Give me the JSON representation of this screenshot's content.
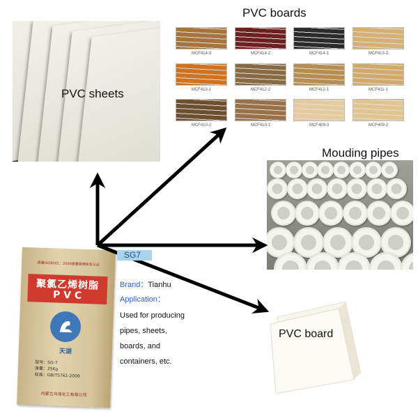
{
  "labels": {
    "pvc_sheets": "PVC sheets",
    "pvc_boards": "PVC boards",
    "moulding_pipes": "Mouding pipes",
    "pvc_board": "PVC board"
  },
  "board_codes": [
    "MCF414-3",
    "MCF414-2",
    "MCF414-1",
    "MCF413-2",
    "MCF413-1",
    "MCF412-2",
    "MCF412-1",
    "MCF411-1",
    "MCF410-2",
    "MCF410-1",
    "MCF409-3",
    "MCF409-2"
  ],
  "board_colors": [
    "#a8743e",
    "#6e1f20",
    "#2b2b2b",
    "#d6b074",
    "#d0731e",
    "#8a6a42",
    "#b88e50",
    "#d2aa6c",
    "#6e4f30",
    "#9a7048",
    "#e6cc9c",
    "#e2c48e"
  ],
  "grade": "SG7",
  "info": {
    "brand_label": "Brand：",
    "brand_value": "Tianhu",
    "application_label": "Application：",
    "lines": [
      "Used for producing",
      "pipes, sheets,",
      "boards, and",
      "containers, etc."
    ]
  },
  "bag": {
    "top_line": "质量ISO9001：2008质量管理体系认证",
    "name_cn": "聚氯乙烯树脂",
    "name_en": "P V C",
    "brand_cn": "天湖",
    "model": "型号：SG-7",
    "weight": "净重：25Kg",
    "standard": "标准：GB/T5761-2006",
    "maker": "内蒙古乌海化工有限公司"
  },
  "colors": {
    "arrow": "#000000",
    "grade_bg": "#a9d2ec",
    "accent_blue": "#2a60c8"
  }
}
